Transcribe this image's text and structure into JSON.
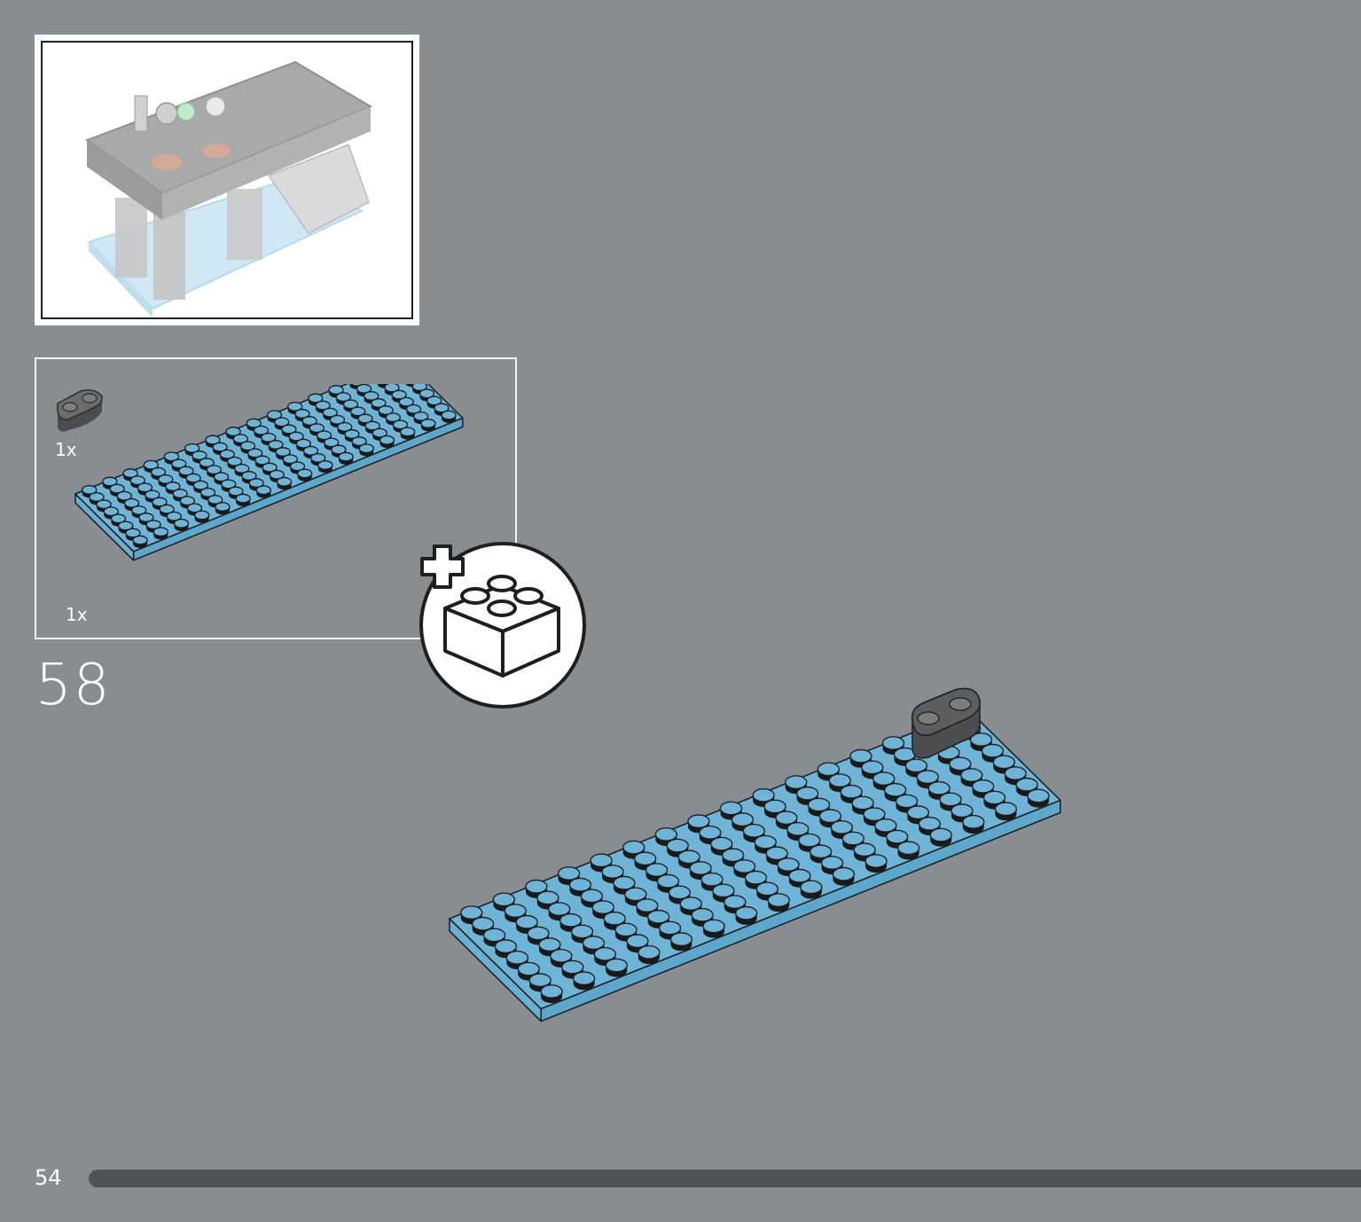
{
  "step": {
    "number": "58"
  },
  "page": {
    "number": "54",
    "progress": 1.0
  },
  "parts": [
    {
      "name": "plate-2x1-rounded",
      "quantity_label": "1x",
      "color": "#5b5d5f"
    },
    {
      "name": "plate-8x16-light-blue",
      "quantity_label": "1x",
      "color": "#6fb3d6"
    }
  ],
  "colors": {
    "background": "#878d90",
    "plate_blue": "#6fb3d6",
    "dark_grey_part": "#5b5d5f",
    "progress_bar": "#505253"
  },
  "icons": {
    "add_new_build": "new-bag-plus-brick-icon"
  }
}
